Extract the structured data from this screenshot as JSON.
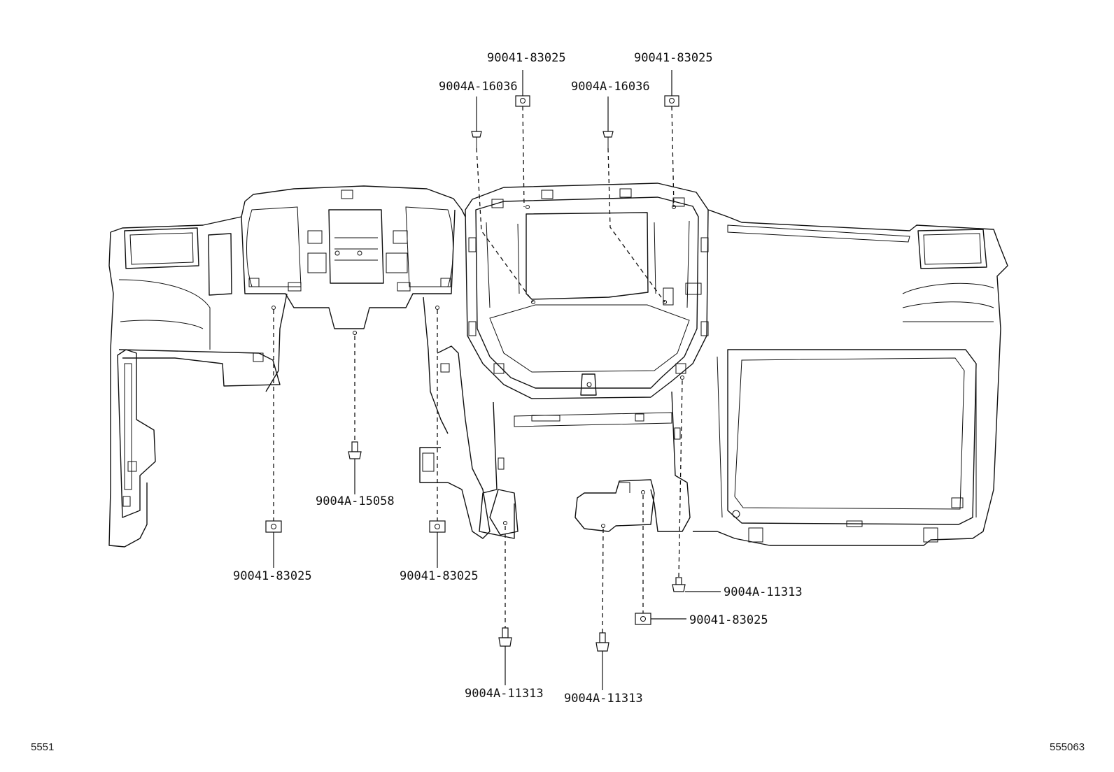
{
  "diagram": {
    "callouts": [
      {
        "id": "c1",
        "part_number": "90041-83025"
      },
      {
        "id": "c2",
        "part_number": "90041-83025"
      },
      {
        "id": "c3",
        "part_number": "9004A-16036"
      },
      {
        "id": "c4",
        "part_number": "9004A-16036"
      },
      {
        "id": "c5",
        "part_number": "9004A-15058"
      },
      {
        "id": "c6",
        "part_number": "90041-83025"
      },
      {
        "id": "c7",
        "part_number": "90041-83025"
      },
      {
        "id": "c8",
        "part_number": "9004A-11313"
      },
      {
        "id": "c9",
        "part_number": "90041-83025"
      },
      {
        "id": "c10",
        "part_number": "9004A-11313"
      },
      {
        "id": "c11",
        "part_number": "9004A-11313"
      }
    ],
    "footer": {
      "left_code": "5551",
      "right_code": "555063"
    }
  }
}
